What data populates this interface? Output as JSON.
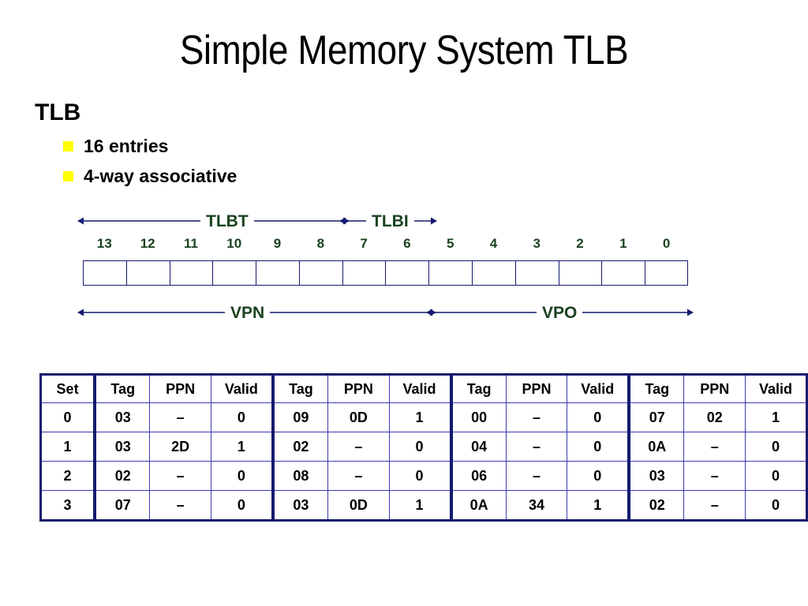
{
  "slide": {
    "title": "Simple Memory System TLB"
  },
  "bullets": {
    "heading": "TLB",
    "items": [
      {
        "label": "16 entries",
        "marker": "yellow-square-bullet"
      },
      {
        "label": "4-way associative",
        "marker": "yellow-square-bullet"
      }
    ]
  },
  "bit_diagram": {
    "top_spans": [
      {
        "label": "TLBT",
        "name": "tlbt-span"
      },
      {
        "label": "TLBI",
        "name": "tlbi-span"
      }
    ],
    "bottom_spans": [
      {
        "label": "VPN",
        "name": "vpn-span"
      },
      {
        "label": "VPO",
        "name": "vpo-span"
      }
    ],
    "bit_numbers": [
      "13",
      "12",
      "11",
      "10",
      "9",
      "8",
      "7",
      "6",
      "5",
      "4",
      "3",
      "2",
      "1",
      "0"
    ],
    "cell_values": [
      "",
      "",
      "",
      "",
      "",
      "",
      "",
      "",
      "",
      "",
      "",
      "",
      "",
      ""
    ],
    "colors": {
      "label_green": "#1a4220",
      "arrow_navy": "#141a6e",
      "box_border": "#141a6e"
    }
  },
  "tlb_table": {
    "set_header": "Set",
    "group_headers": [
      "Tag",
      "PPN",
      "Valid"
    ],
    "group_count": 4,
    "rows": [
      {
        "set": "0",
        "ways": [
          {
            "tag": "03",
            "ppn": "–",
            "valid": "0"
          },
          {
            "tag": "09",
            "ppn": "0D",
            "valid": "1"
          },
          {
            "tag": "00",
            "ppn": "–",
            "valid": "0"
          },
          {
            "tag": "07",
            "ppn": "02",
            "valid": "1"
          }
        ]
      },
      {
        "set": "1",
        "ways": [
          {
            "tag": "03",
            "ppn": "2D",
            "valid": "1"
          },
          {
            "tag": "02",
            "ppn": "–",
            "valid": "0"
          },
          {
            "tag": "04",
            "ppn": "–",
            "valid": "0"
          },
          {
            "tag": "0A",
            "ppn": "–",
            "valid": "0"
          }
        ]
      },
      {
        "set": "2",
        "ways": [
          {
            "tag": "02",
            "ppn": "–",
            "valid": "0"
          },
          {
            "tag": "08",
            "ppn": "–",
            "valid": "0"
          },
          {
            "tag": "06",
            "ppn": "–",
            "valid": "0"
          },
          {
            "tag": "03",
            "ppn": "–",
            "valid": "0"
          }
        ]
      },
      {
        "set": "3",
        "ways": [
          {
            "tag": "07",
            "ppn": "–",
            "valid": "0"
          },
          {
            "tag": "03",
            "ppn": "0D",
            "valid": "1"
          },
          {
            "tag": "0A",
            "ppn": "34",
            "valid": "1"
          },
          {
            "tag": "02",
            "ppn": "–",
            "valid": "0"
          }
        ]
      }
    ],
    "colors": {
      "outer_border": "#141a6e",
      "inner_border": "#3b3bb0"
    }
  }
}
